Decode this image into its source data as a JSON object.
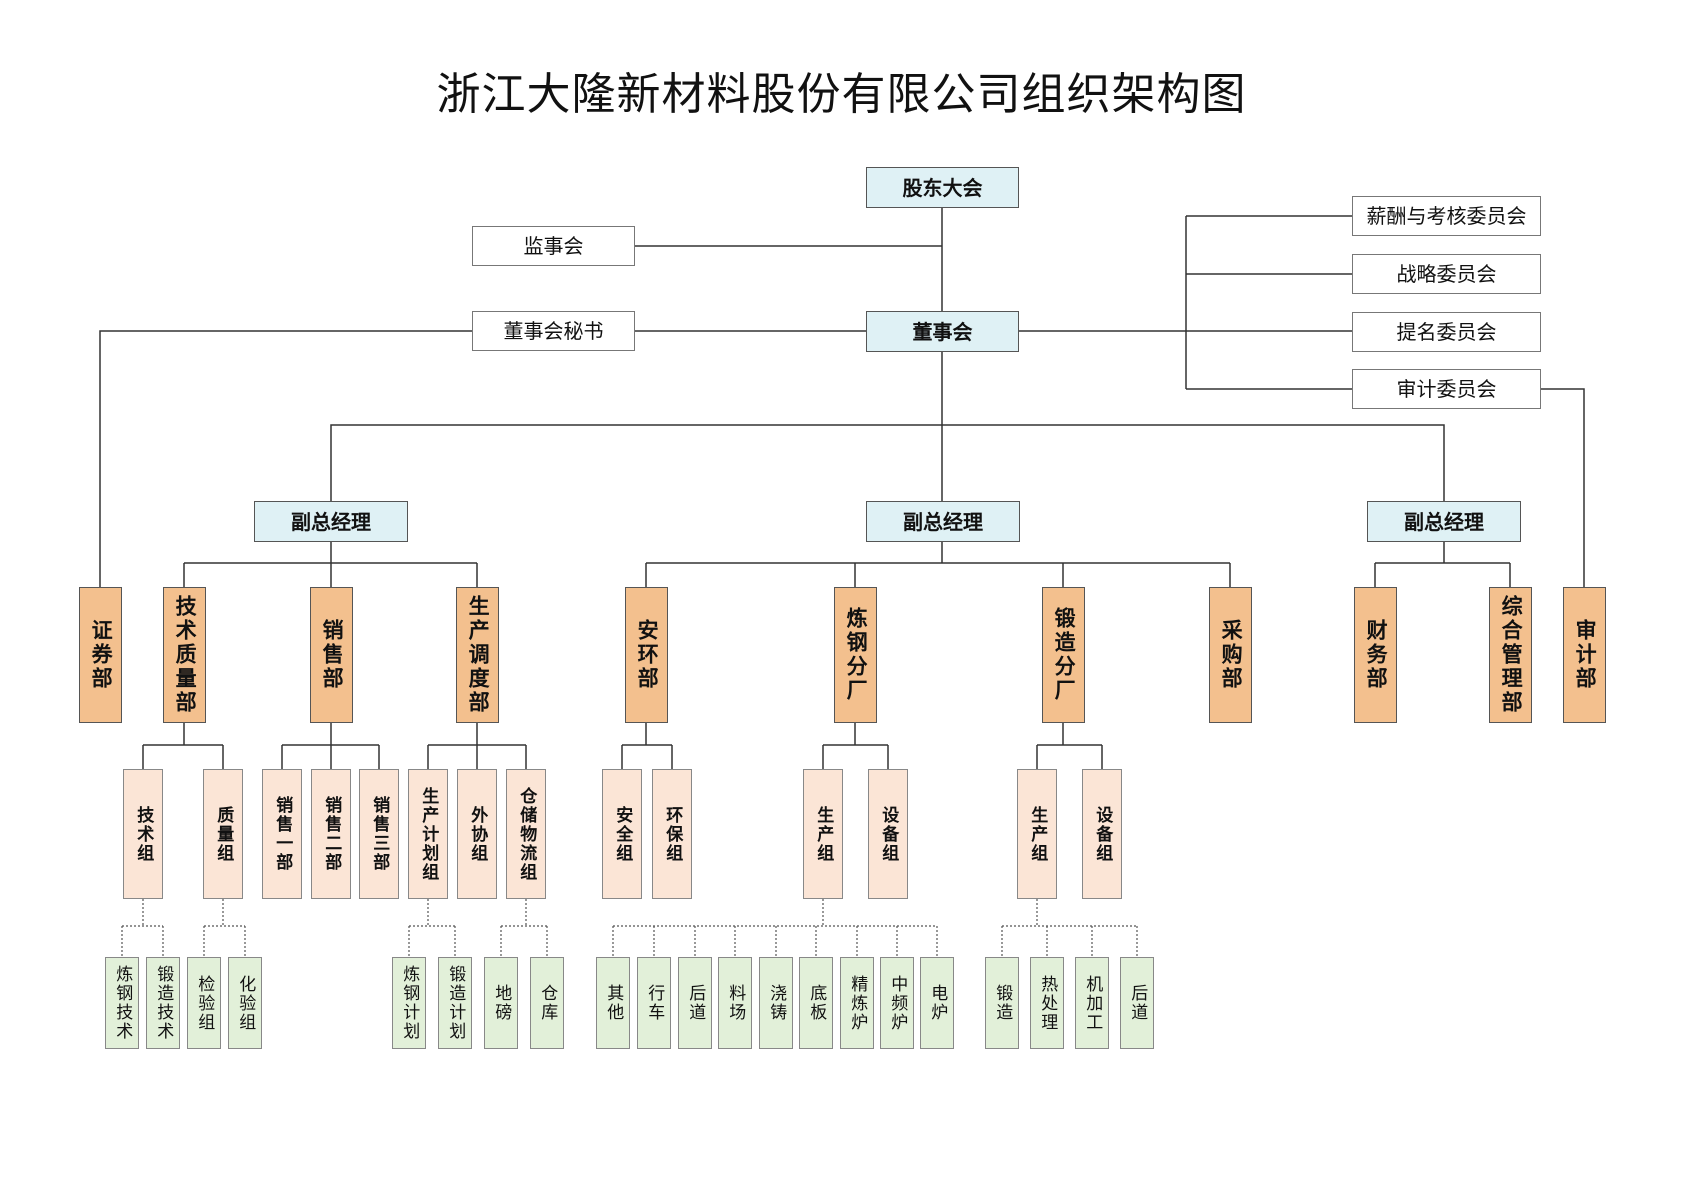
{
  "title": "浙江大隆新材料股份有限公司组织架构图",
  "colors": {
    "governance_fill": "#dff1f5",
    "department_fill": "#f3c08e",
    "group_fill": "#fbe5d6",
    "leaf_fill": "#e2f0d9",
    "line": "#333333"
  },
  "governance": {
    "shareholders": "股东大会",
    "supervisory_board": "监事会",
    "board_secretary": "董事会秘书",
    "board": "董事会",
    "committees": [
      "薪酬与考核委员会",
      "战略委员会",
      "提名委员会",
      "审计委员会"
    ],
    "vp_left": "副总经理",
    "vp_center": "副总经理",
    "vp_right": "副总经理"
  },
  "departments": {
    "securities": "证券部",
    "tech_quality": "技术质量部",
    "sales": "销售部",
    "production": "生产调度部",
    "safety_env": "安环部",
    "steelmaking": "炼钢分厂",
    "forging": "锻造分厂",
    "purchasing": "采购部",
    "finance": "财务部",
    "admin": "综合管理部",
    "audit": "审计部"
  },
  "groups": {
    "tech": "技术组",
    "quality": "质量组",
    "sales1": "销售一部",
    "sales2": "销售二部",
    "sales3": "销售三部",
    "plan": "生产计划组",
    "outsource": "外协组",
    "logistics": "仓储物流组",
    "safety": "安全组",
    "envprot": "环保组",
    "steel_prod": "生产组",
    "steel_equip": "设备组",
    "forge_prod": "生产组",
    "forge_equip": "设备组"
  },
  "leaves": {
    "tech": [
      "炼钢技术",
      "锻造技术"
    ],
    "quality": [
      "检验组",
      "化验组"
    ],
    "plan": [
      "炼钢计划",
      "锻造计划"
    ],
    "logistics": [
      "地磅",
      "仓库"
    ],
    "steel_prod": [
      "其他",
      "行车",
      "后道",
      "料场",
      "浇铸",
      "底板",
      "精炼炉",
      "中频炉",
      "电炉"
    ],
    "forge_prod": [
      "锻造",
      "热处理",
      "机加工",
      "后道"
    ]
  }
}
